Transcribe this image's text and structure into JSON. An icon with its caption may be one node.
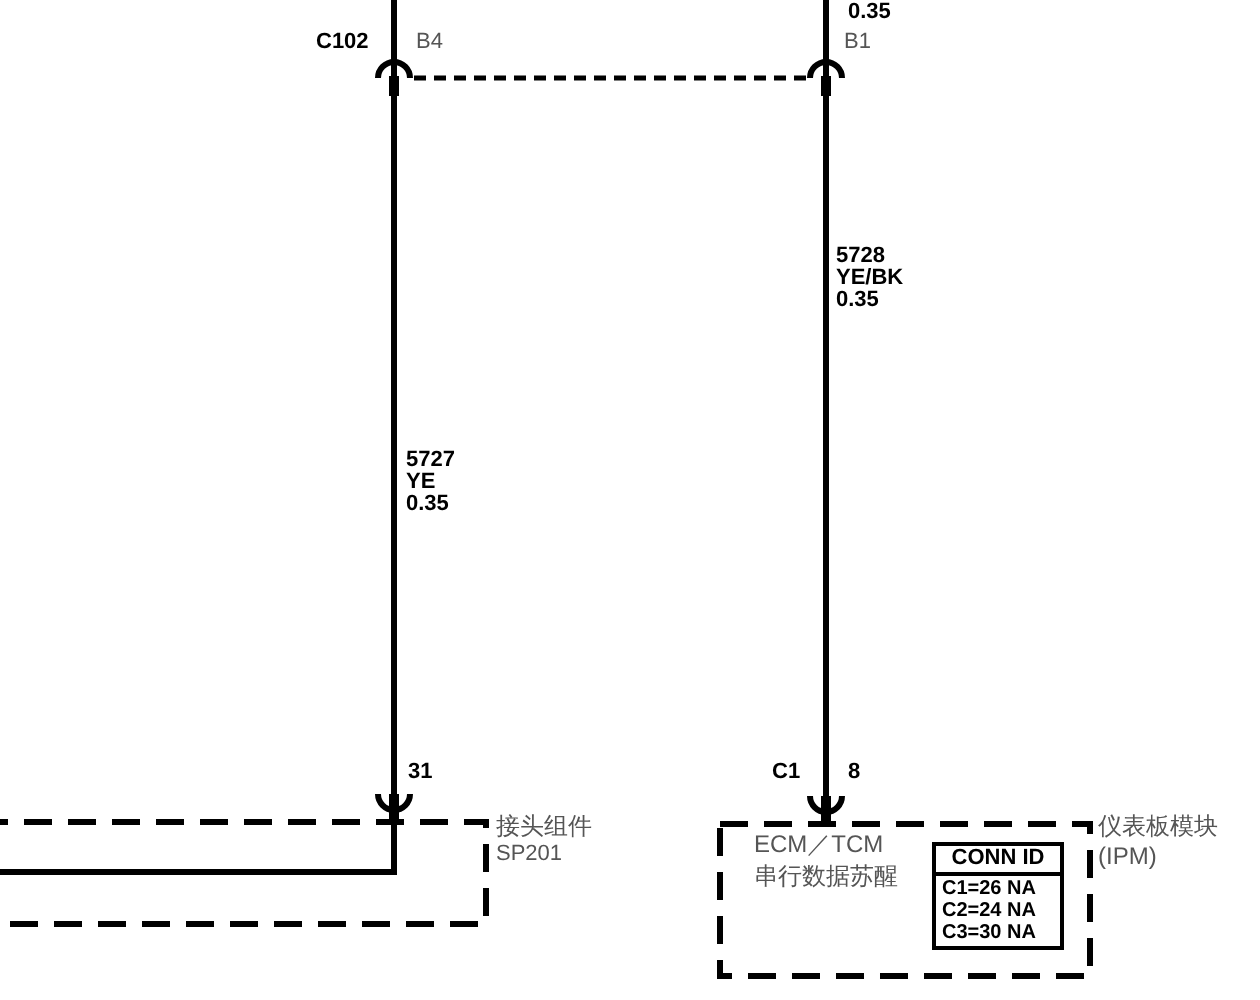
{
  "diagram": {
    "nodes": [
      {
        "text": [
          "接头组件",
          "SP201"
        ]
      },
      {
        "text": [
          "ECM／TCM 串行数据苏醒",
          "仪表板模块 (IPM)"
        ]
      },
      {
        "text": [
          "CONN ID",
          "C1=26 NA",
          "C2=24 NA",
          "C3=30 NA"
        ],
        "in": 1
      }
    ],
    "edges": [
      {
        "from": null,
        "to": 0,
        "arrow": "other",
        "label": "5727 YE 0.35"
      },
      {
        "from": null,
        "to": 1,
        "arrow": "other",
        "label": "5728 YE/BK 0.35"
      }
    ],
    "labels": [
      "0.35",
      "C102",
      "B4",
      "B1",
      "31",
      "C1",
      "8"
    ]
  }
}
